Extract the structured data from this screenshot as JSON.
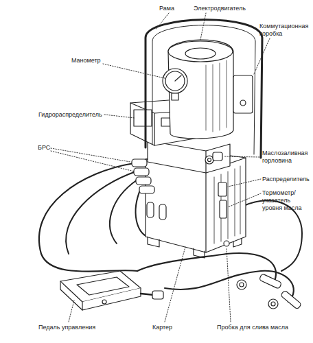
{
  "diagram": {
    "labels": [
      "Рама",
      "Электродвигатель",
      "Коммутационная коробка",
      "Манометр",
      "Гидрораспределитель",
      "БРС",
      "Маслозаливная горловина",
      "Распределитель",
      "Термометр/ указатель уровня масла",
      "Педаль управления",
      "Картер",
      "Пробка для слива масла"
    ]
  }
}
